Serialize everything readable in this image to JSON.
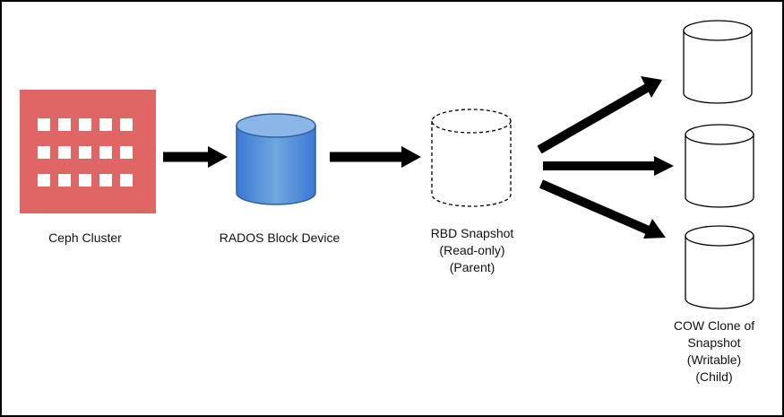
{
  "nodes": {
    "ceph_cluster": {
      "label": "Ceph Cluster",
      "color": "#E06666"
    },
    "rados_block_device": {
      "label": "RADOS Block Device",
      "color": "#5B9BD5"
    },
    "rbd_snapshot": {
      "lines": [
        "RBD Snapshot",
        "(Read-only)",
        "(Parent)"
      ],
      "style": "dashed"
    },
    "cow_clone": {
      "lines": [
        "COW Clone of",
        "Snapshot",
        "(Writable)",
        "(Child)"
      ],
      "count": 3
    }
  },
  "edges": [
    {
      "from": "ceph_cluster",
      "to": "rados_block_device"
    },
    {
      "from": "rados_block_device",
      "to": "rbd_snapshot"
    },
    {
      "from": "rbd_snapshot",
      "to": "cow_clone_1"
    },
    {
      "from": "rbd_snapshot",
      "to": "cow_clone_2"
    },
    {
      "from": "rbd_snapshot",
      "to": "cow_clone_3"
    }
  ],
  "colors": {
    "cluster_fill": "#E06666",
    "cylinder_top": "#6FA8DC",
    "cylinder_body": "#4A86E8",
    "arrow": "#000000"
  }
}
